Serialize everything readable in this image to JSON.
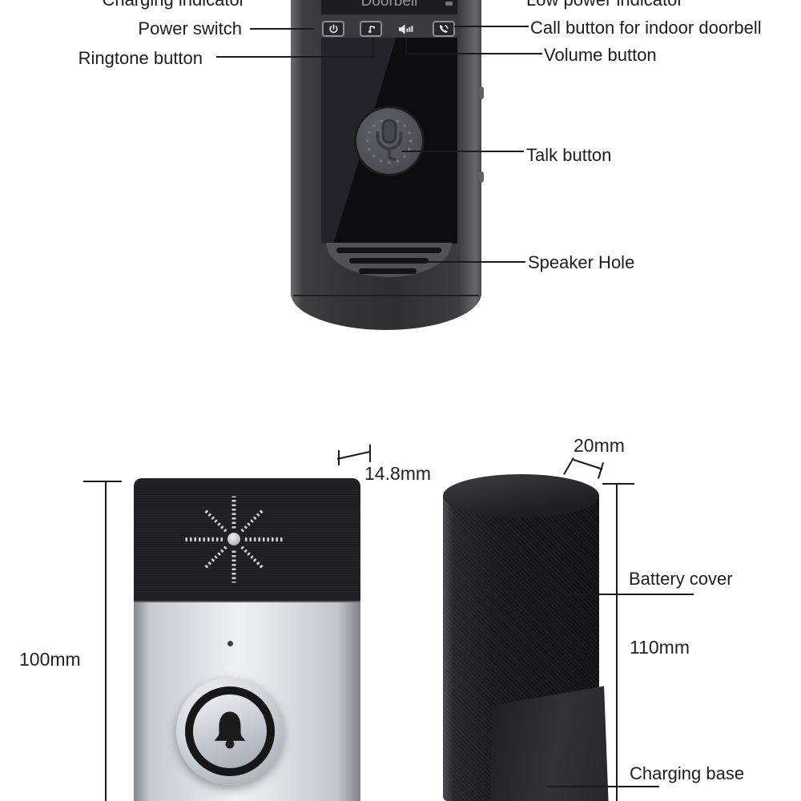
{
  "annotations": {
    "charging_indicator": "Charging indicator",
    "power_switch": "Power switch",
    "ringtone_button": "Ringtone button",
    "low_power_indicator": "Low power indicator",
    "call_button": "Call button for indoor doorbell",
    "volume_button": "Volume button",
    "talk_button": "Talk button",
    "speaker_hole": "Speaker Hole"
  },
  "indoor_unit": {
    "screen_title": "Doorbell",
    "icons": {
      "power": "power-icon",
      "ringtone": "music-note-icon",
      "volume": "speaker-volume-icon",
      "call": "phone-call-icon",
      "talk": "microphone-icon"
    }
  },
  "outdoor_unit": {
    "icons": {
      "speaker_grille": "starburst-speaker-icon",
      "button": "bell-icon"
    },
    "battery_cover": "Battery cover",
    "charging_base": "Charging base"
  },
  "dimensions": {
    "front_thickness": "14.8mm",
    "front_height": "100mm",
    "side_width": "20mm",
    "side_height": "110mm"
  },
  "colors": {
    "background": "#ffffff",
    "label_text": "#1d1d1d",
    "leader_line": "#1a1a1a",
    "device_dark": "#2e2e31",
    "silver": "#e3e5e9"
  }
}
